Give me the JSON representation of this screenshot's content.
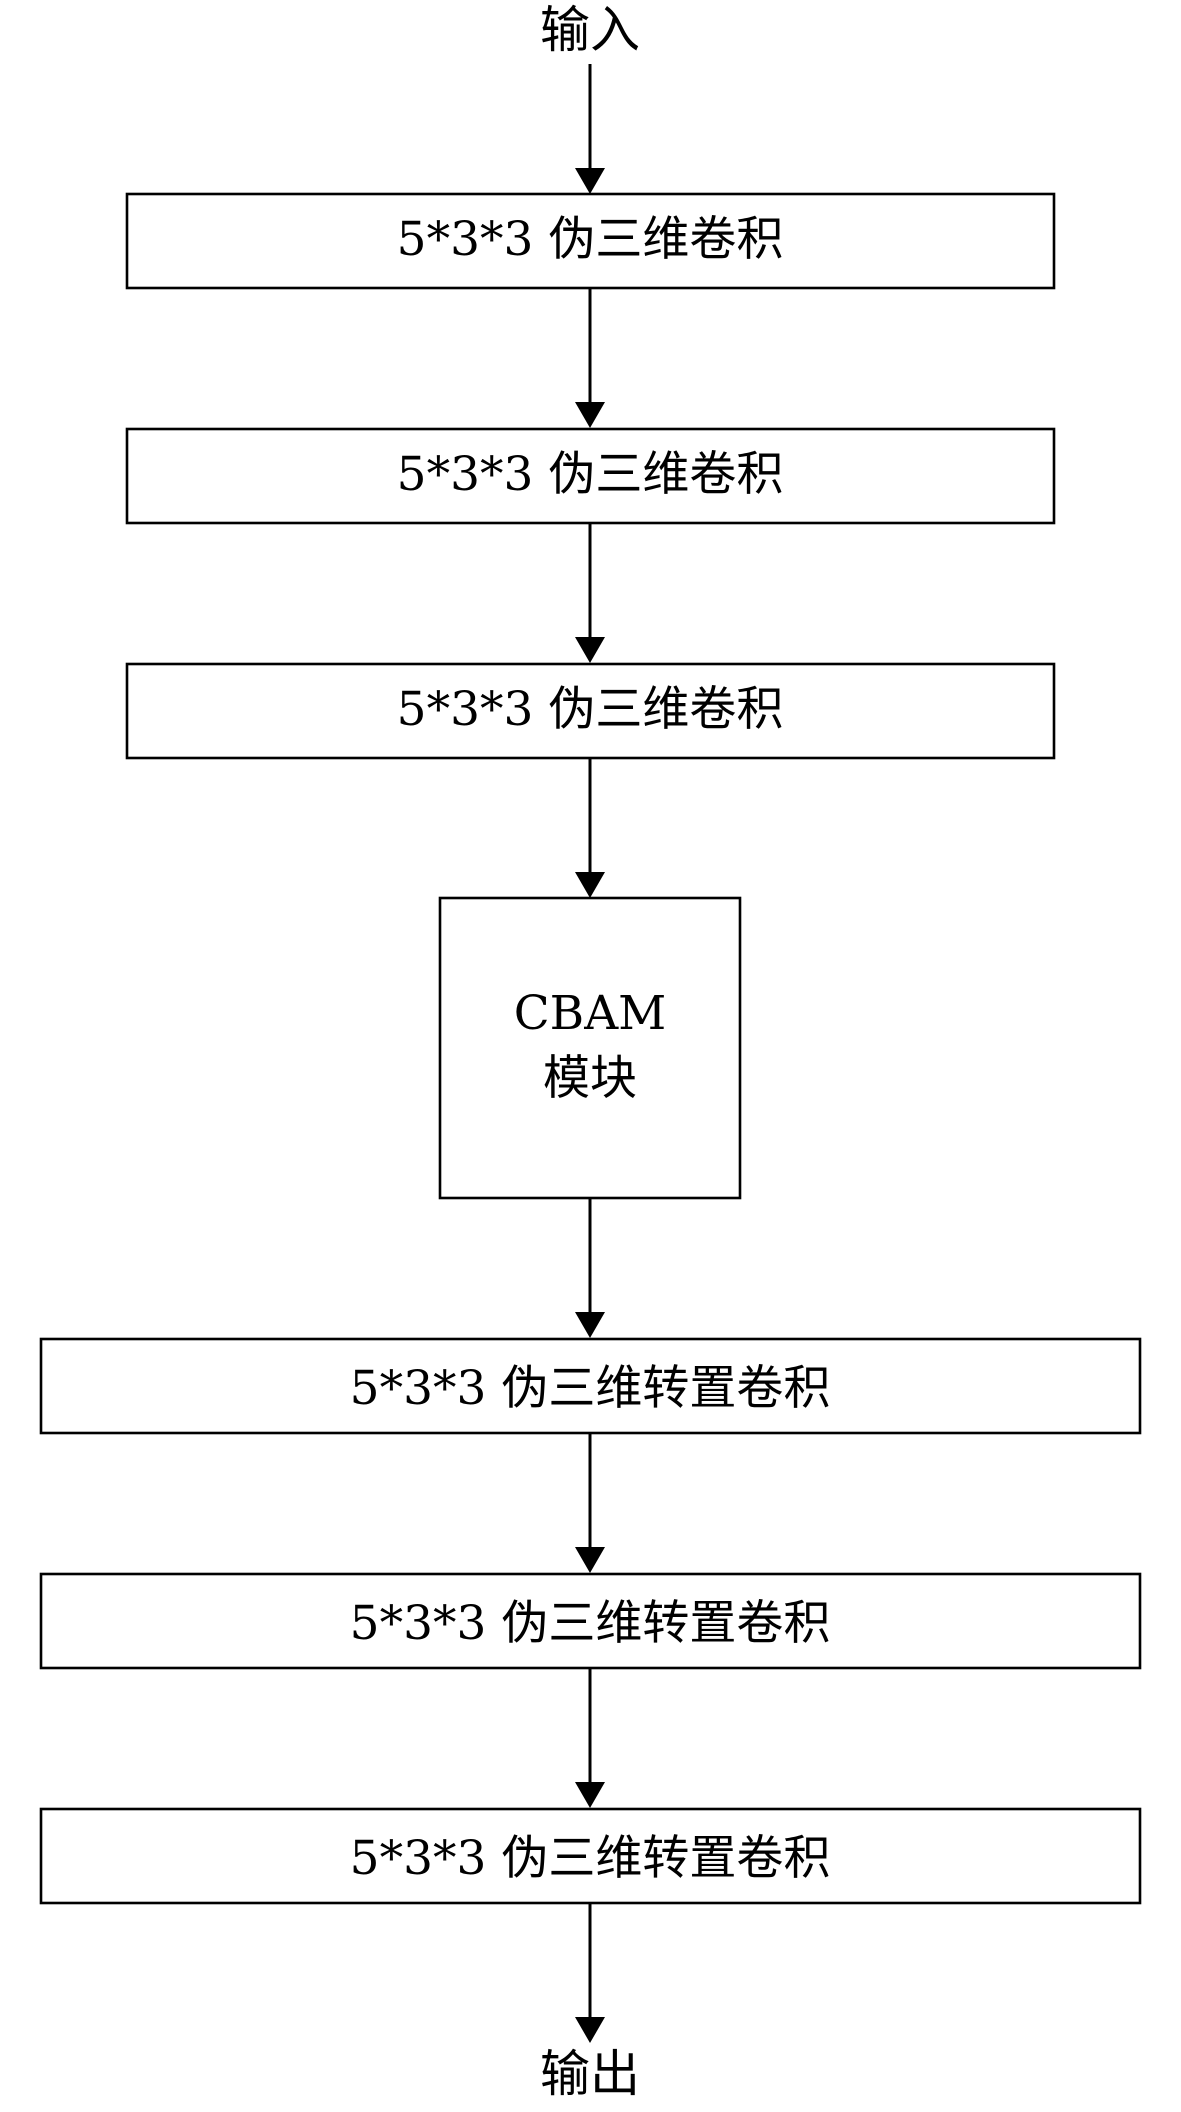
{
  "diagram": {
    "input_label": "输入",
    "output_label": "输出",
    "nodes": [
      {
        "id": "conv-1",
        "label": "5*3*3 伪三维卷积"
      },
      {
        "id": "conv-2",
        "label": "5*3*3 伪三维卷积"
      },
      {
        "id": "conv-3",
        "label": "5*3*3 伪三维卷积"
      },
      {
        "id": "cbam",
        "label_line1": "CBAM",
        "label_line2": "模块"
      },
      {
        "id": "tconv-1",
        "label": "5*3*3 伪三维转置卷积"
      },
      {
        "id": "tconv-2",
        "label": "5*3*3 伪三维转置卷积"
      },
      {
        "id": "tconv-3",
        "label": "5*3*3 伪三维转置卷积"
      }
    ],
    "edges": [
      [
        "input",
        "conv-1"
      ],
      [
        "conv-1",
        "conv-2"
      ],
      [
        "conv-2",
        "conv-3"
      ],
      [
        "conv-3",
        "cbam"
      ],
      [
        "cbam",
        "tconv-1"
      ],
      [
        "tconv-1",
        "tconv-2"
      ],
      [
        "tconv-2",
        "tconv-3"
      ],
      [
        "tconv-3",
        "output"
      ]
    ]
  }
}
